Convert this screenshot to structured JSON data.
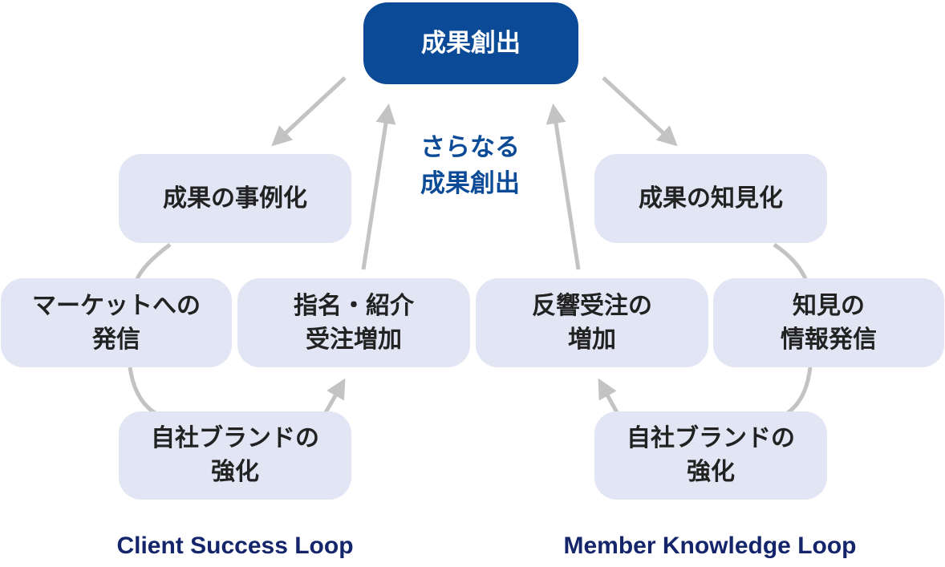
{
  "nodes": {
    "top": "成果創出",
    "center": [
      "さらなる",
      "成果創出"
    ],
    "left_case": "成果の事例化",
    "left_market": [
      "マーケットへの",
      "発信"
    ],
    "left_referral": [
      "指名・紹介",
      "受注増加"
    ],
    "left_brand": [
      "自社ブランドの",
      "強化"
    ],
    "right_knowledge": "成果の知見化",
    "right_response": [
      "反響受注の",
      "増加"
    ],
    "right_info": [
      "知見の",
      "情報発信"
    ],
    "right_brand": [
      "自社ブランドの",
      "強化"
    ]
  },
  "labels": {
    "left_loop": "Client Success Loop",
    "right_loop": "Member Knowledge Loop"
  },
  "colors": {
    "primary": "#0b4a96",
    "node_bg": "#e1e5f4",
    "connector": "#c3c3c3",
    "loop_label": "#14256b"
  }
}
